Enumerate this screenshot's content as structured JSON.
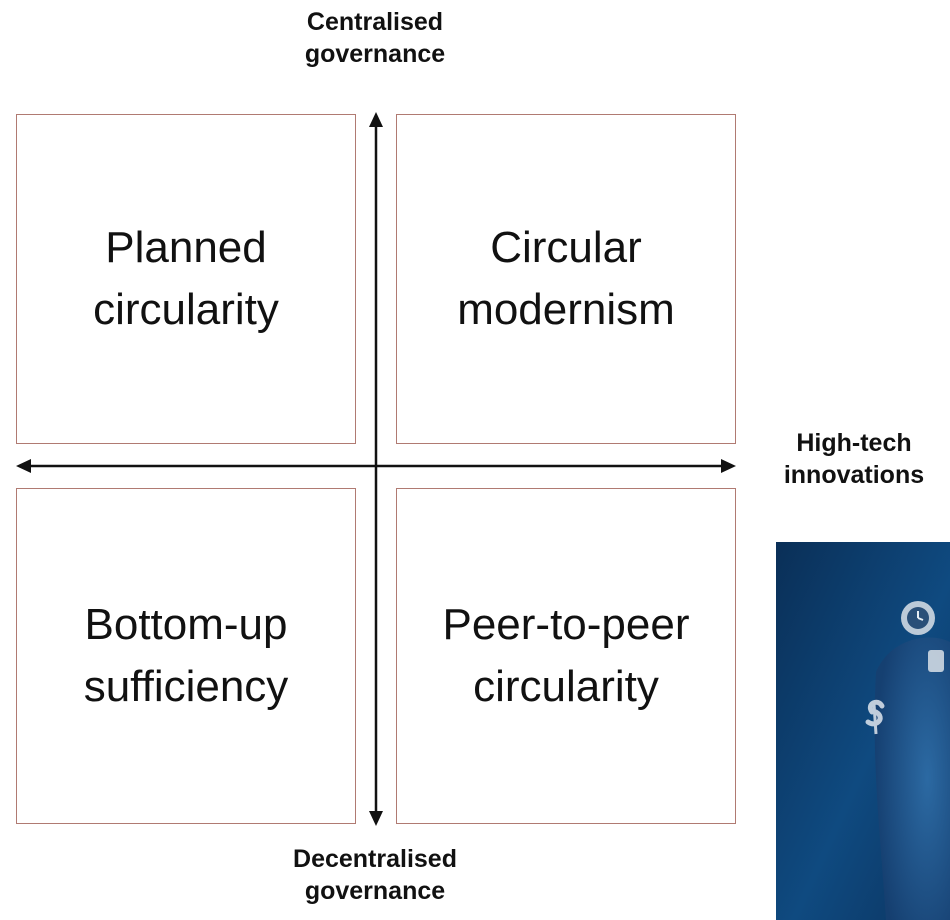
{
  "axes": {
    "top_label": "Centralised\ngovernance",
    "bottom_label": "Decentralised\ngovernance",
    "right_label": "High-tech\ninnovations"
  },
  "quadrants": {
    "top_left": "Planned\ncircularity",
    "top_right": "Circular\nmodernism",
    "bottom_left": "Bottom-up\nsufficiency",
    "bottom_right": "Peer-to-peer\ncircularity"
  },
  "colors": {
    "quadrant_border": "#b07a72",
    "axis_line": "#111111",
    "photo_background": "#0c3a66"
  }
}
